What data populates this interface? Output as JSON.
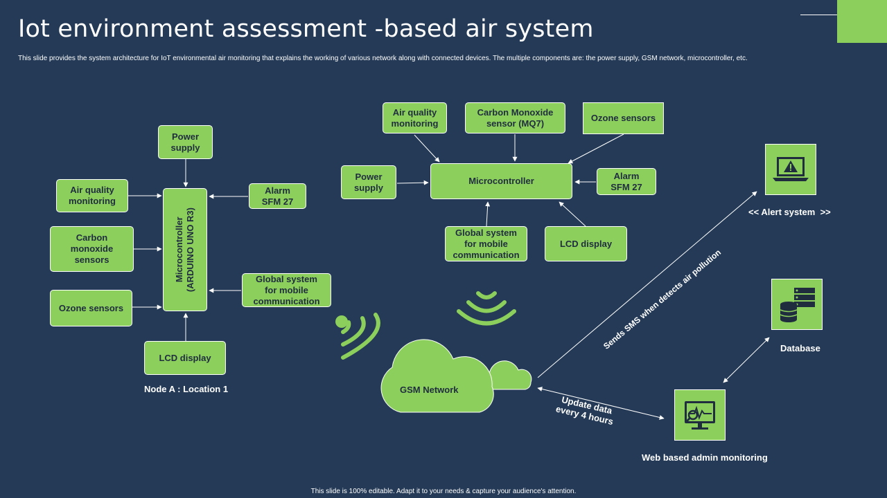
{
  "title": "Iot environment assessment -based air system",
  "subtitle": "This slide provides the system architecture for IoT environmental air monitoring that explains the working of various network along with connected devices. The multiple components are: the power supply, GSM network, microcontroller, etc.",
  "footer": "This slide is 100% editable.  Adapt it to your needs & capture your audience's attention.",
  "colors": {
    "background": "#243a56",
    "accent": "#8ccf5c",
    "text_dark": "#1f2d3f"
  },
  "node_a": {
    "power_supply": "Power\nsupply",
    "air_quality": "Air quality\nmonitoring",
    "carbon": "Carbon\nmonoxide\nsensors",
    "ozone": "Ozone sensors",
    "microcontroller": "Microcontroller\n(ARDUINO UNO R3)",
    "alarm": "Alarm\nSFM 27",
    "gsm": "Global system\nfor mobile\ncommunication",
    "lcd": "LCD display",
    "caption": "Node A : Location 1"
  },
  "node_b": {
    "air_quality": "Air quality\nmonitoring",
    "carbon": "Carbon Monoxide\nsensor (MQ7)",
    "ozone": "Ozone sensors",
    "power_supply": "Power\nsupply",
    "microcontroller": "Microcontroller",
    "alarm": "Alarm\nSFM 27",
    "gsm": "Global system\nfor mobile\ncommunication",
    "lcd": "LCD display"
  },
  "network": {
    "gsm_network": "GSM Network",
    "sms_label": "Sends SMS when detects air pollution",
    "update_label": "Update data\nevery 4 hours"
  },
  "outputs": {
    "alert": "<< Alert system  >>",
    "database": "Database",
    "admin": "Web based admin monitoring"
  },
  "icons": [
    "laptop-warning-icon",
    "database-server-icon",
    "monitor-pulse-icon",
    "wifi-signal-icon",
    "cloud-icon"
  ]
}
